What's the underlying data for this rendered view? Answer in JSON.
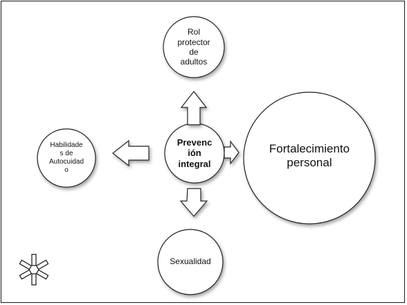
{
  "diagram": {
    "center": "Prevenc\nión\nintegral",
    "top": "Rol\nprotector\nde\nadultos",
    "left": "Habilidade\ns de\nAutocuidad\no",
    "right": "Fortalecimiento\npersonal",
    "bottom": "Sexualidad"
  },
  "colors": {
    "stroke": "#222222",
    "fill": "#ffffff"
  },
  "icons": {
    "corner": "asterisk-outline-icon"
  }
}
